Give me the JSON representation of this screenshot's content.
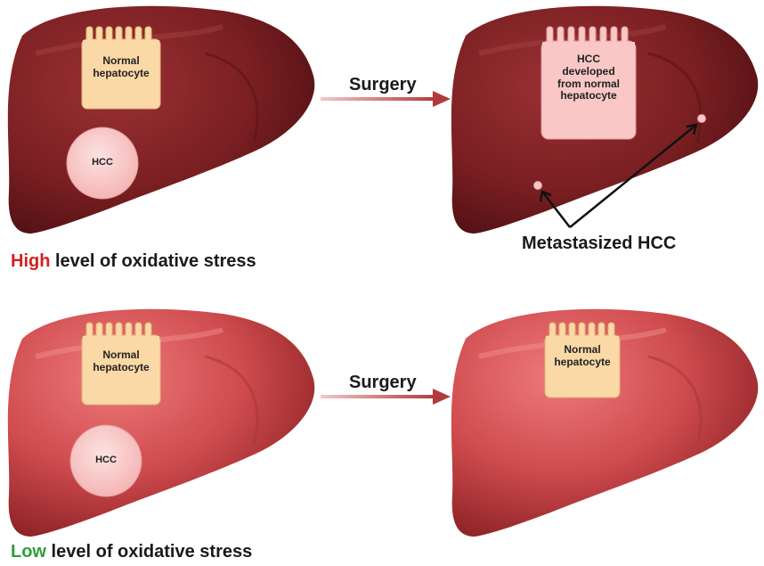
{
  "top_left": {
    "normal_cell": [
      "Normal",
      "hepatocyte"
    ],
    "tumor": "HCC",
    "caption": {
      "emphasis": "High",
      "rest": " level of oxidative stress",
      "emphasis_color": "#d21f1f"
    }
  },
  "top_right": {
    "cell": [
      "HCC",
      "developed",
      "from normal",
      "hepatocyte"
    ],
    "metastasis_label": "Metastasized HCC"
  },
  "bottom_left": {
    "normal_cell": [
      "Normal",
      "hepatocyte"
    ],
    "tumor": "HCC",
    "caption": {
      "emphasis": "Low",
      "rest": " level of oxidative stress",
      "emphasis_color": "#2e9e3a"
    }
  },
  "bottom_right": {
    "normal_cell": [
      "Normal",
      "hepatocyte"
    ]
  },
  "arrows": {
    "top": "Surgery",
    "bottom": "Surgery"
  },
  "colors": {
    "liver_dark": "#7a1f22",
    "liver_light": "#cf4b4e",
    "normal_cell_fill": "#fbd9a6",
    "hcc_cell_fill": "#f9c7c6",
    "arrow": "#b33a3a"
  }
}
